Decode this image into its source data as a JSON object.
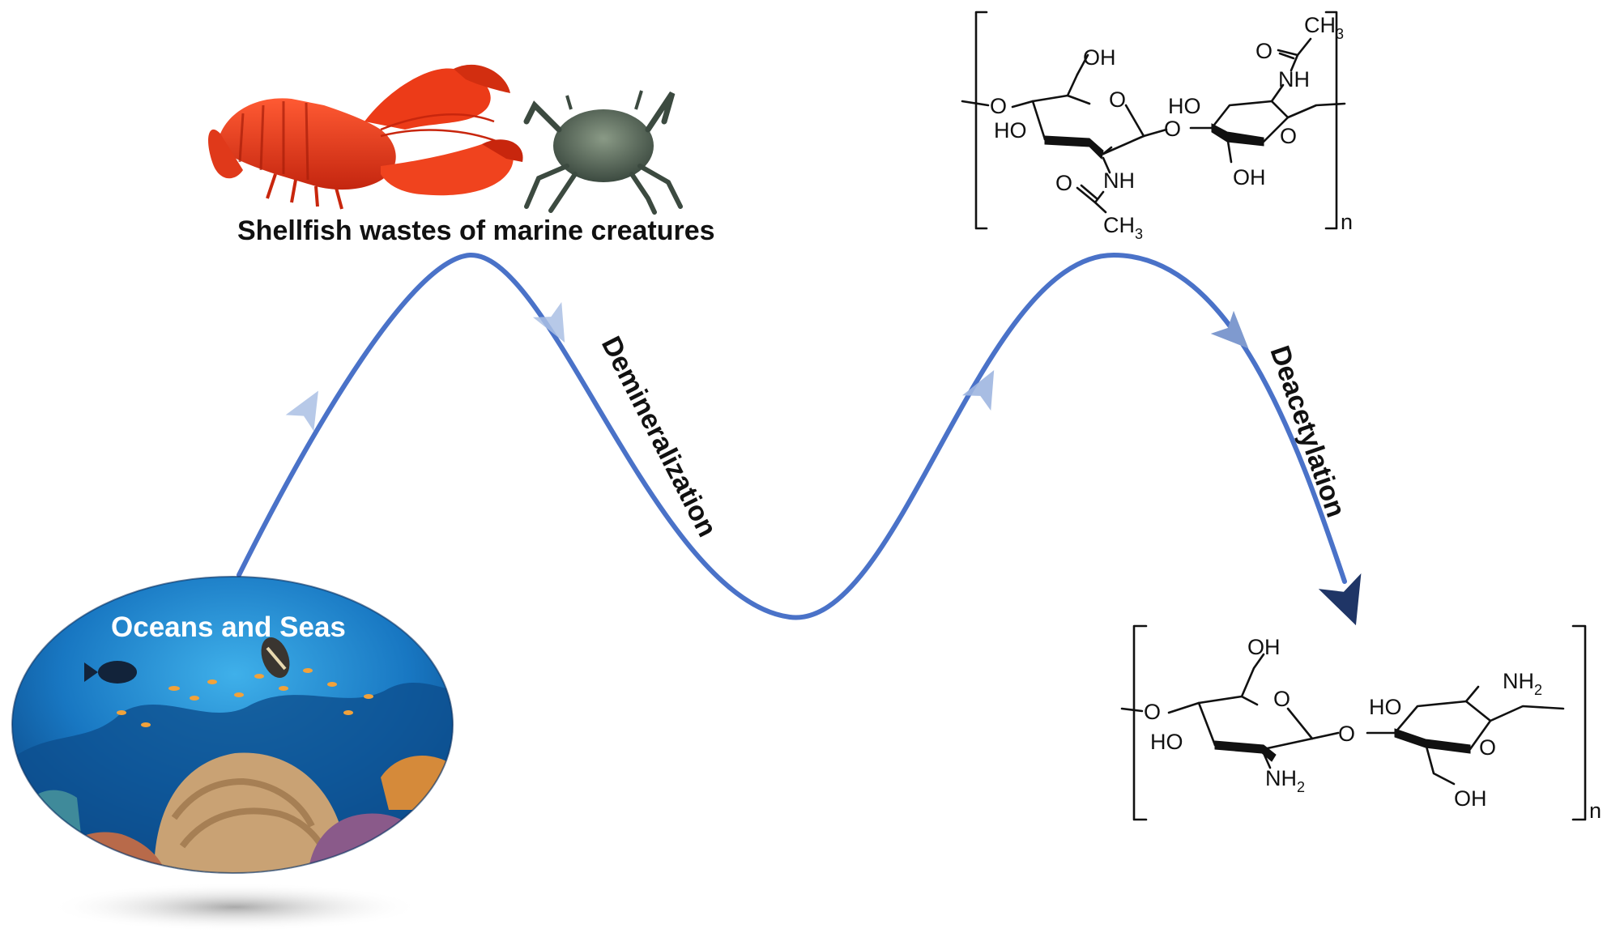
{
  "labels": {
    "oceans": "Oceans and Seas",
    "shellfish": "Shellfish wastes of marine creatures",
    "step1": "Demineralization",
    "step2": "Deacetylation"
  },
  "chitin": {
    "oh_top": "OH",
    "o_link_left": "O",
    "ring_o_left": "O",
    "ho_left": "HO",
    "nh_left": "NH",
    "o_carbonyl_left": "O",
    "ch3_left": "CH",
    "ch3_left_sub": "3",
    "o_glyco": "O",
    "ho_right": "HO",
    "nh_right": "NH",
    "o_carbonyl_right": "O",
    "ch3_right": "CH",
    "ch3_right_sub": "3",
    "ring_o_right": "O",
    "oh_bottom": "OH",
    "n": "n"
  },
  "chitosan": {
    "oh_top": "OH",
    "o_link_left": "O",
    "ring_o_left": "O",
    "ho_left": "HO",
    "nh2_left": "NH",
    "nh2_left_sub": "2",
    "o_glyco": "O",
    "ho_right": "HO",
    "nh2_right": "NH",
    "nh2_right_sub": "2",
    "ring_o_right": "O",
    "oh_bottom": "OH",
    "n": "n"
  },
  "colors": {
    "wave": "#4a72c8",
    "arrow_light": "#aac0e4",
    "arrow_mid": "#7f9acf",
    "arrow_dark": "#1f3566",
    "text": "#111111",
    "ocean_label": "#ffffff"
  }
}
